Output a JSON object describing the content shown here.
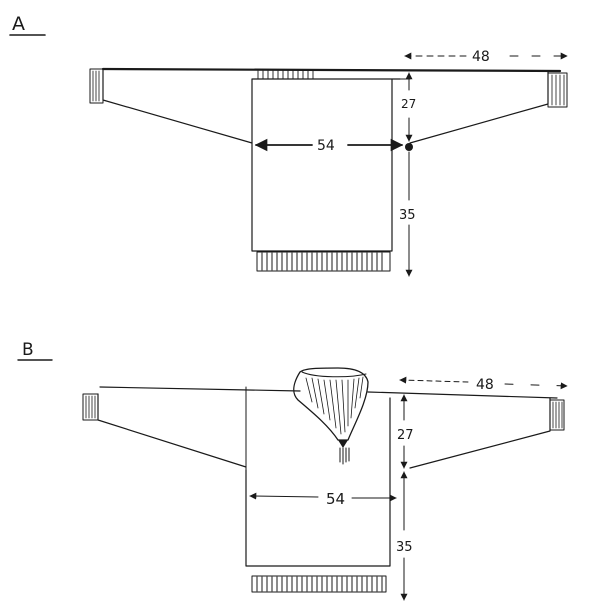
{
  "diagrams": [
    {
      "label": "A",
      "measurements": {
        "sleeve": "48",
        "width": "54",
        "yoke": "27",
        "body": "35"
      }
    },
    {
      "label": "B",
      "measurements": {
        "sleeve": "48",
        "width": "54",
        "yoke": "27",
        "body": "35"
      }
    }
  ]
}
